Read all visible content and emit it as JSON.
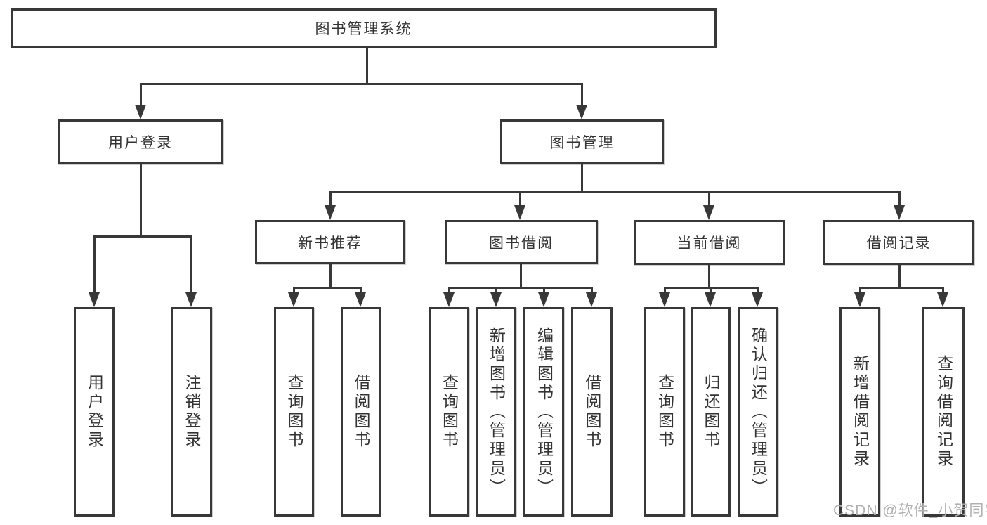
{
  "diagram": {
    "type": "hierarchy-tree",
    "colors": {
      "line": "#383838",
      "box_border": "#383838",
      "box_fill": "#ffffff",
      "text": "#333333",
      "watermark": "#b0b0b0",
      "background": "#ffffff"
    },
    "tree": {
      "label": "图书管理系统",
      "children": [
        {
          "label": "用户登录",
          "children": [
            {
              "label": "用户登录"
            },
            {
              "label": "注销登录"
            }
          ]
        },
        {
          "label": "图书管理",
          "children": [
            {
              "label": "新书推荐",
              "children": [
                {
                  "label": "查询图书"
                },
                {
                  "label": "借阅图书"
                }
              ]
            },
            {
              "label": "图书借阅",
              "children": [
                {
                  "label": "查询图书"
                },
                {
                  "label": "新增图书（管理员）"
                },
                {
                  "label": "编辑图书（管理员）"
                },
                {
                  "label": "借阅图书"
                }
              ]
            },
            {
              "label": "当前借阅",
              "children": [
                {
                  "label": "查询图书"
                },
                {
                  "label": "归还图书"
                },
                {
                  "label": "确认归还（管理员）"
                }
              ]
            },
            {
              "label": "借阅记录",
              "children": [
                {
                  "label": "新增借阅记录"
                },
                {
                  "label": "查询借阅记录"
                }
              ]
            }
          ]
        }
      ]
    },
    "watermark": {
      "text": "CSDN @软件_小贺同学"
    }
  }
}
